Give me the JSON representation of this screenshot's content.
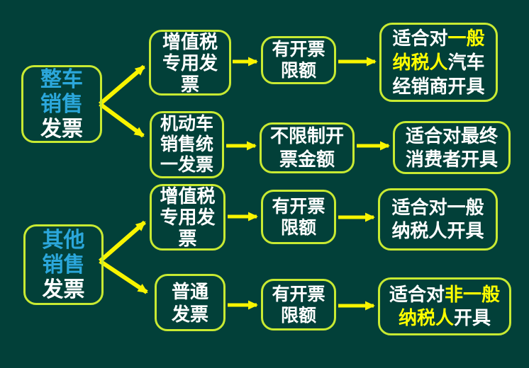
{
  "colors": {
    "background": "#024039",
    "box-border": "#c8ea32",
    "arrow": "#f8f400",
    "cyan-text": "#2ba7db",
    "highlight-text": "#fefe00",
    "white-text": "#ffffff"
  },
  "diagram": {
    "type": "flowchart",
    "nodes": {
      "whole_vehicle": {
        "lines": [
          "整车",
          "销售",
          "发票"
        ]
      },
      "vat_special_1": {
        "lines": [
          "增值税",
          "专用发",
          "票"
        ]
      },
      "limit_1": {
        "lines": [
          "有开票",
          "限额"
        ]
      },
      "general_dealer": {
        "l1_white": "适合对",
        "l1_hl": "一般",
        "l2_hl": "纳税人",
        "l2_white": "汽车",
        "l3": "经销商开具"
      },
      "motor_vehicle": {
        "lines": [
          "机动车",
          "销售统",
          "一发票"
        ]
      },
      "no_limit": {
        "lines": [
          "不限制开",
          "票金额"
        ]
      },
      "final_consumer": {
        "lines": [
          "适合对最终",
          "消费者开具"
        ]
      },
      "other_sales": {
        "lines": [
          "其他",
          "销售",
          "发票"
        ]
      },
      "vat_special_2": {
        "lines": [
          "增值税",
          "专用发",
          "票"
        ]
      },
      "limit_2": {
        "lines": [
          "有开票",
          "限额"
        ]
      },
      "general_taxpayer": {
        "lines": [
          "适合对一般",
          "纳税人开具"
        ]
      },
      "ordinary": {
        "lines": [
          "普通",
          "发票"
        ]
      },
      "limit_3": {
        "lines": [
          "有开票",
          "限额"
        ]
      },
      "non_general": {
        "l1_white": "适合对",
        "l1_hl": "非一般",
        "l2_hl": "纳税人",
        "l2_white": "开具"
      }
    }
  }
}
